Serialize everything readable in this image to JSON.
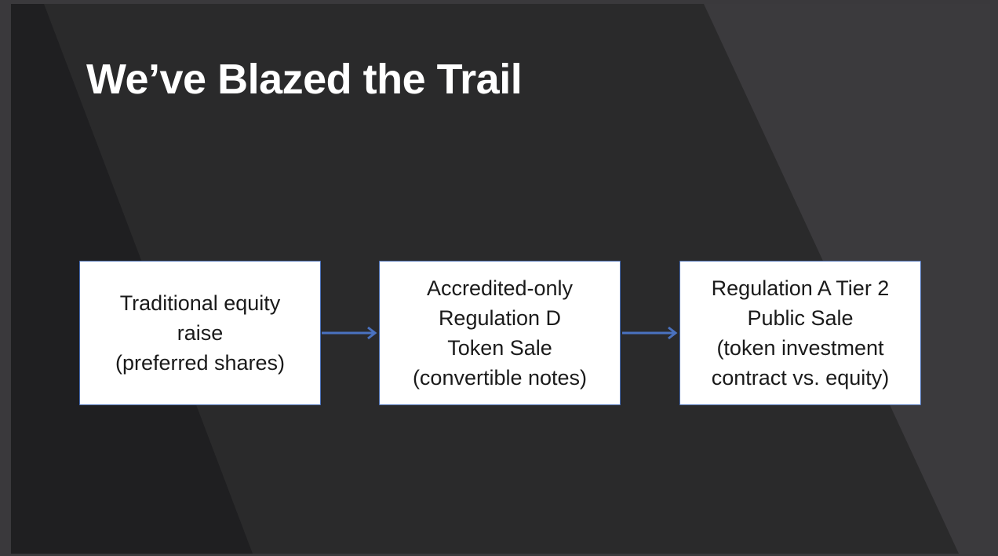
{
  "slide": {
    "title": "We’ve Blazed the Trail",
    "steps": [
      {
        "lines": [
          "Traditional equity",
          "raise",
          "(preferred shares)"
        ]
      },
      {
        "lines": [
          "Accredited-only",
          "Regulation D",
          "Token Sale",
          "(convertible notes)"
        ]
      },
      {
        "lines": [
          "Regulation A Tier 2",
          "Public Sale",
          "(token investment",
          "contract vs. equity)"
        ]
      }
    ],
    "colors": {
      "arrow": "#4a72c0",
      "box_border": "#4a6fb5",
      "background": "#2a2a2b"
    }
  }
}
